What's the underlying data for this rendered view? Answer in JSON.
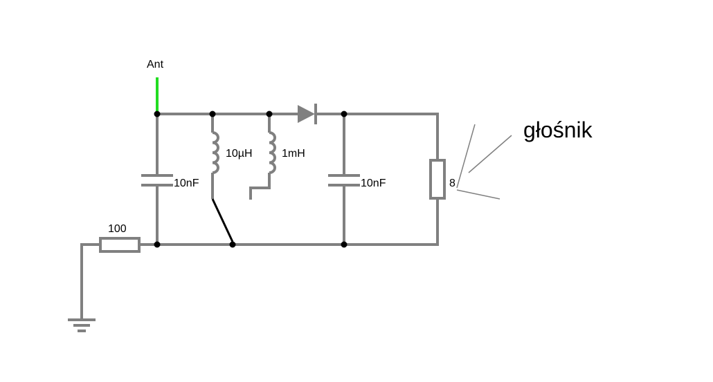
{
  "colors": {
    "wire": "#808080",
    "antenna": "#22dd22",
    "switch": "#000000",
    "node": "#000000",
    "background": "#ffffff"
  },
  "labels": {
    "antenna": "Ant",
    "capacitor_1": "10nF",
    "inductor_1": "10µH",
    "inductor_2": "1mH",
    "capacitor_2": "10nF",
    "resistor_ground": "100",
    "speaker_resistor": "8",
    "speaker_note": "głośnik"
  }
}
